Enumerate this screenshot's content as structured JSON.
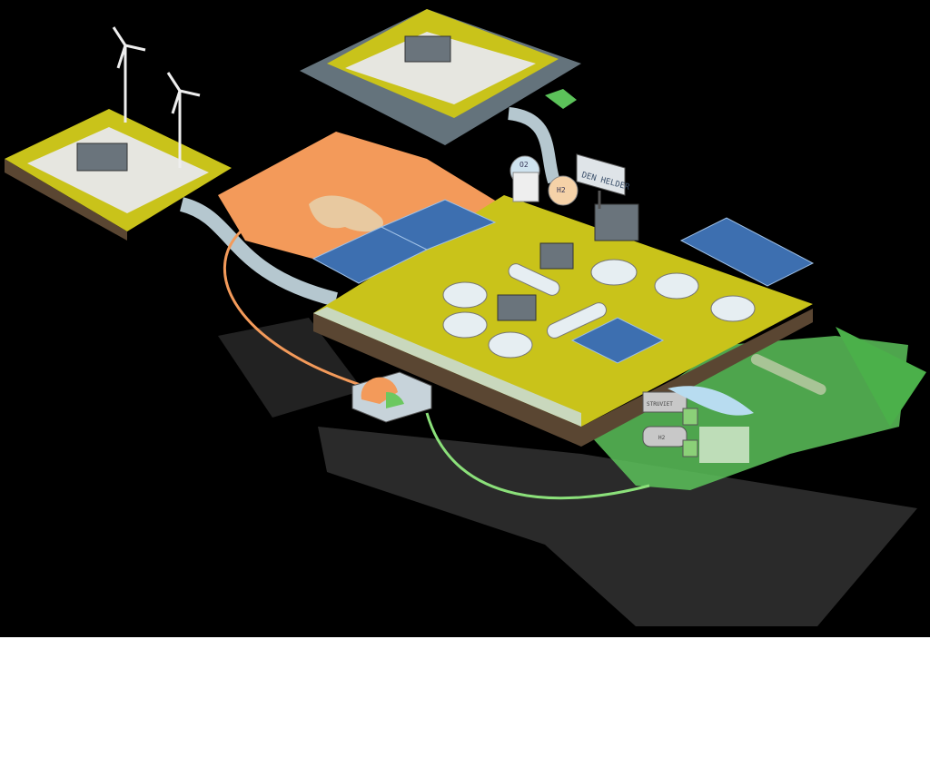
{
  "illustration": {
    "sign_text": "DEN HELDER",
    "oxygen_label": "O2",
    "hydrogen_label": "H2",
    "truck_1_label": "STRUVIET",
    "truck_2_label": "H2"
  },
  "colors": {
    "background": "#000000",
    "platform": "#c9c31a",
    "orange_zone": "#f39a5a",
    "green_arrow": "#5cc25a",
    "pipe": "#c9dde6",
    "solar": "#3d6fb0"
  }
}
